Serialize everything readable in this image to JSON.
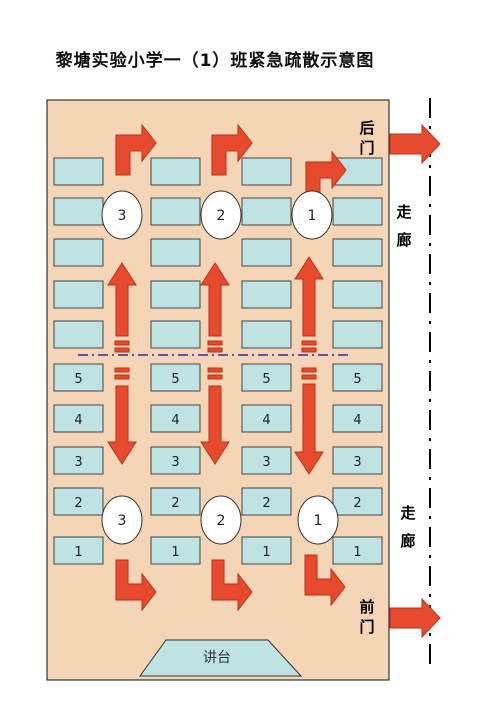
{
  "title": "黎塘实验小学一（1）班紧急疏散示意图",
  "labels": {
    "back_door": [
      "后",
      "门"
    ],
    "front_door": [
      "前",
      "门"
    ],
    "corridor_top": [
      "走",
      "廊"
    ],
    "corridor_bottom": [
      "走",
      "廊"
    ],
    "podium": "讲台"
  },
  "desk_rows_back_numbers": [
    "",
    "",
    "",
    "",
    ""
  ],
  "desk_rows_front_numbers": [
    "5",
    "4",
    "3",
    "2",
    "1"
  ],
  "aisle_markers_top": [
    "3",
    "2",
    "1"
  ],
  "aisle_markers_bottom": [
    "3",
    "2",
    "1"
  ],
  "colors": {
    "floor": "#f4d5b6",
    "desk": "#bfe3e3",
    "arrow": "#e84a2e",
    "arrow_stroke": "#b83218",
    "divider": "#2a2aa0"
  }
}
